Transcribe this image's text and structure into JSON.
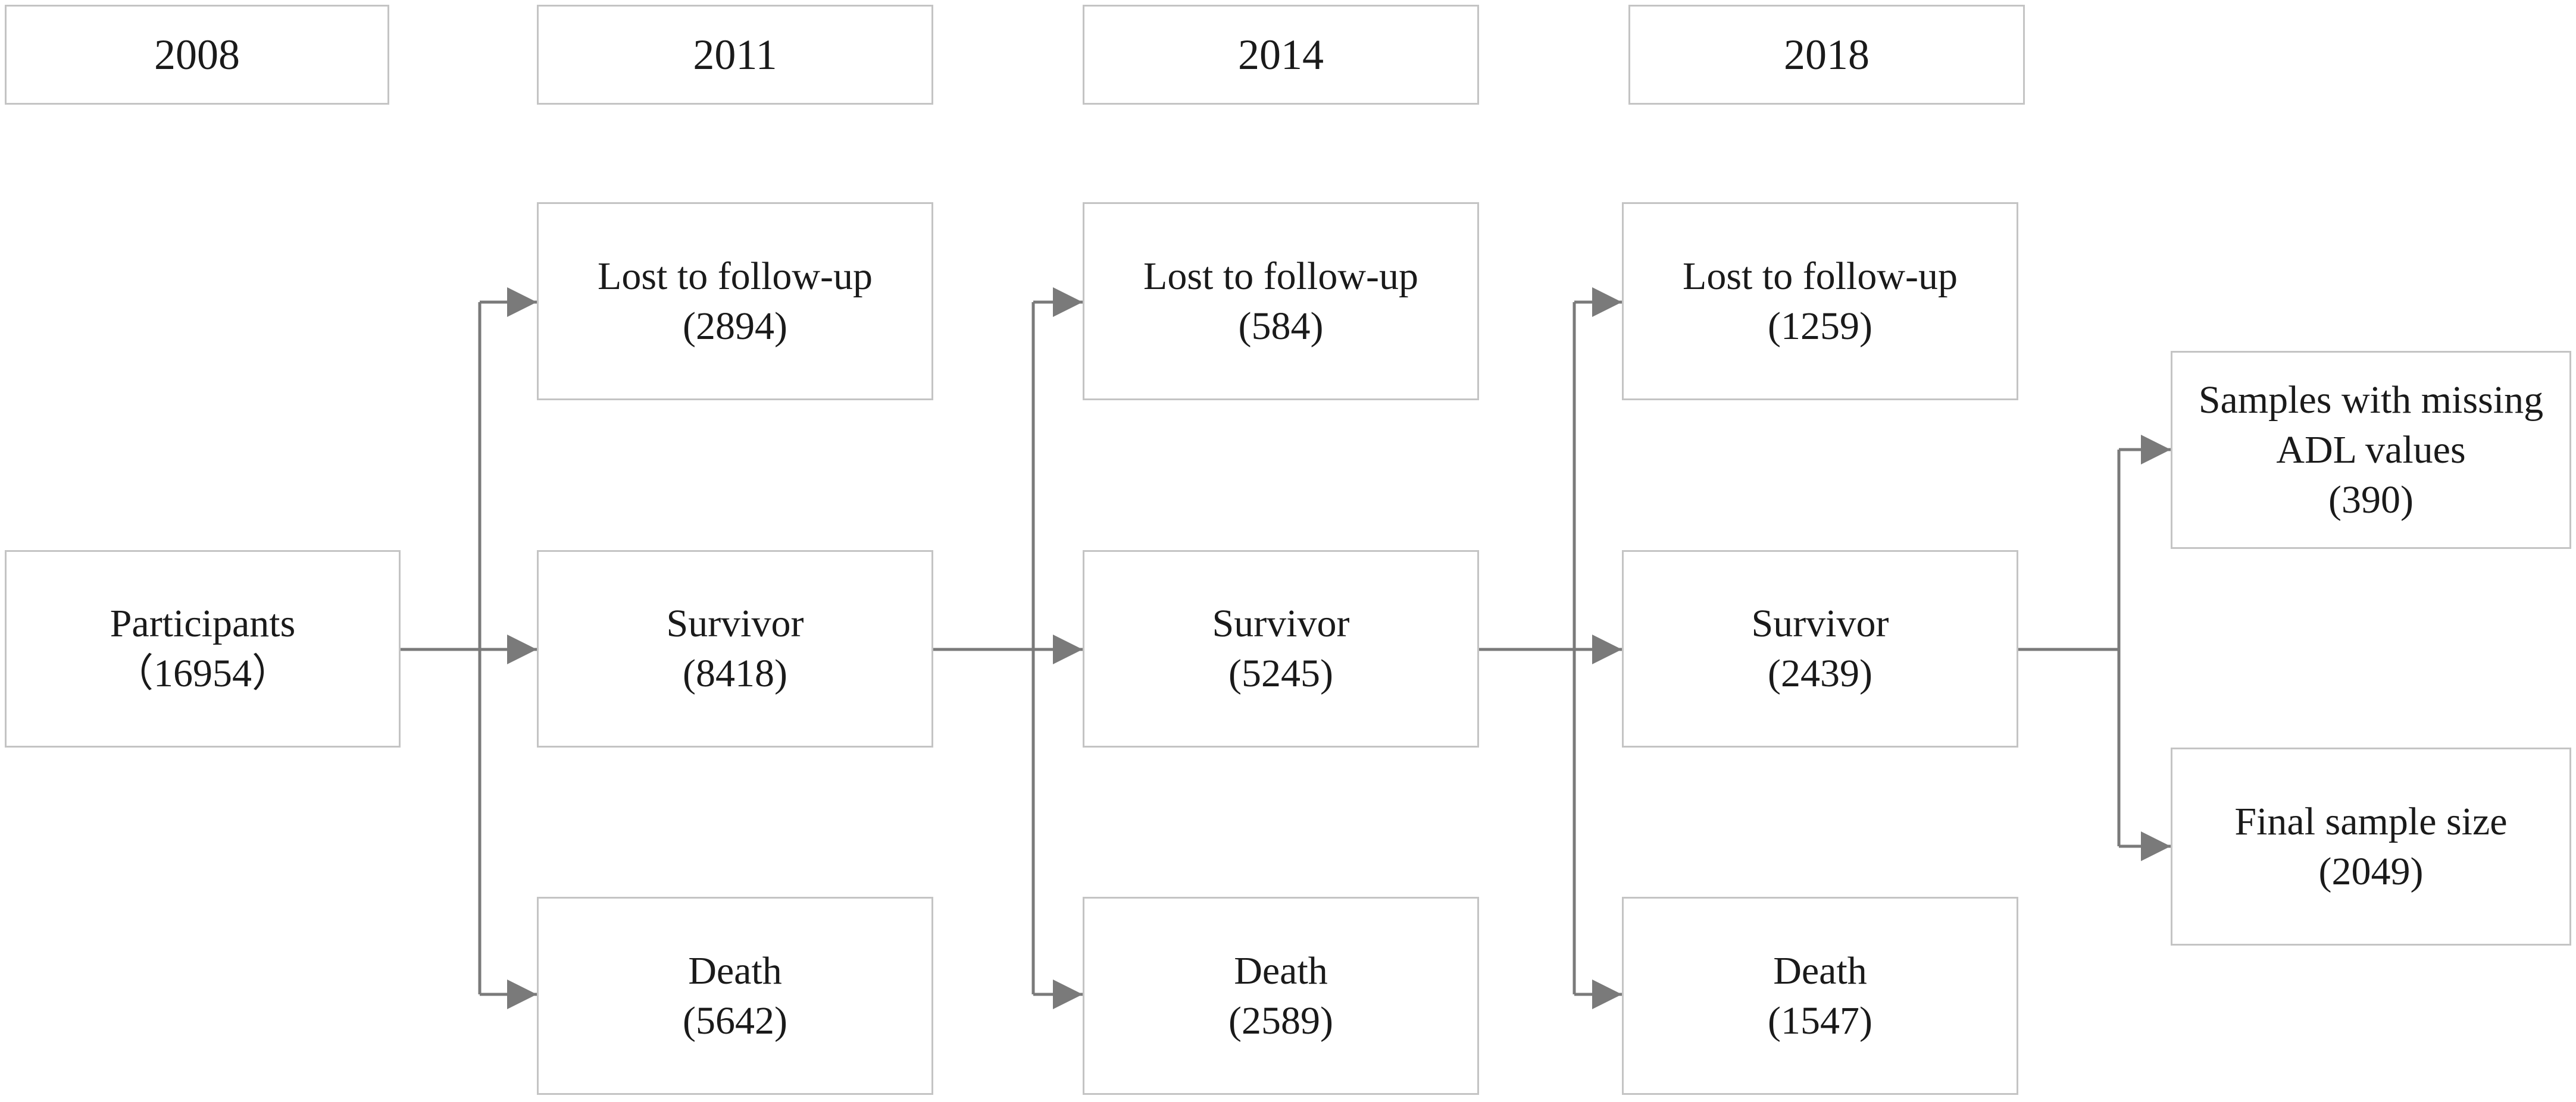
{
  "colors": {
    "border": "#c4c4c4",
    "arrow": "#7a7a7a",
    "text": "#1a1a1a"
  },
  "years": [
    "2008",
    "2011",
    "2014",
    "2018"
  ],
  "participants": {
    "label": "Participants",
    "count": "（16954）"
  },
  "wave_2011": {
    "lost": {
      "label": "Lost to follow-up",
      "count": "(2894)"
    },
    "survivor": {
      "label": "Survivor",
      "count": "(8418)"
    },
    "death": {
      "label": "Death",
      "count": "(5642)"
    }
  },
  "wave_2014": {
    "lost": {
      "label": "Lost to follow-up",
      "count": "(584)"
    },
    "survivor": {
      "label": "Survivor",
      "count": "(5245)"
    },
    "death": {
      "label": "Death",
      "count": "(2589)"
    }
  },
  "wave_2018": {
    "lost": {
      "label": "Lost to follow-up",
      "count": "(1259)"
    },
    "survivor": {
      "label": "Survivor",
      "count": "(2439)"
    },
    "death": {
      "label": "Death",
      "count": "(1547)"
    }
  },
  "missing": {
    "line1": "Samples with missing",
    "line2": "ADL values",
    "count": "(390)"
  },
  "final": {
    "label": "Final sample size",
    "count": "(2049)"
  }
}
